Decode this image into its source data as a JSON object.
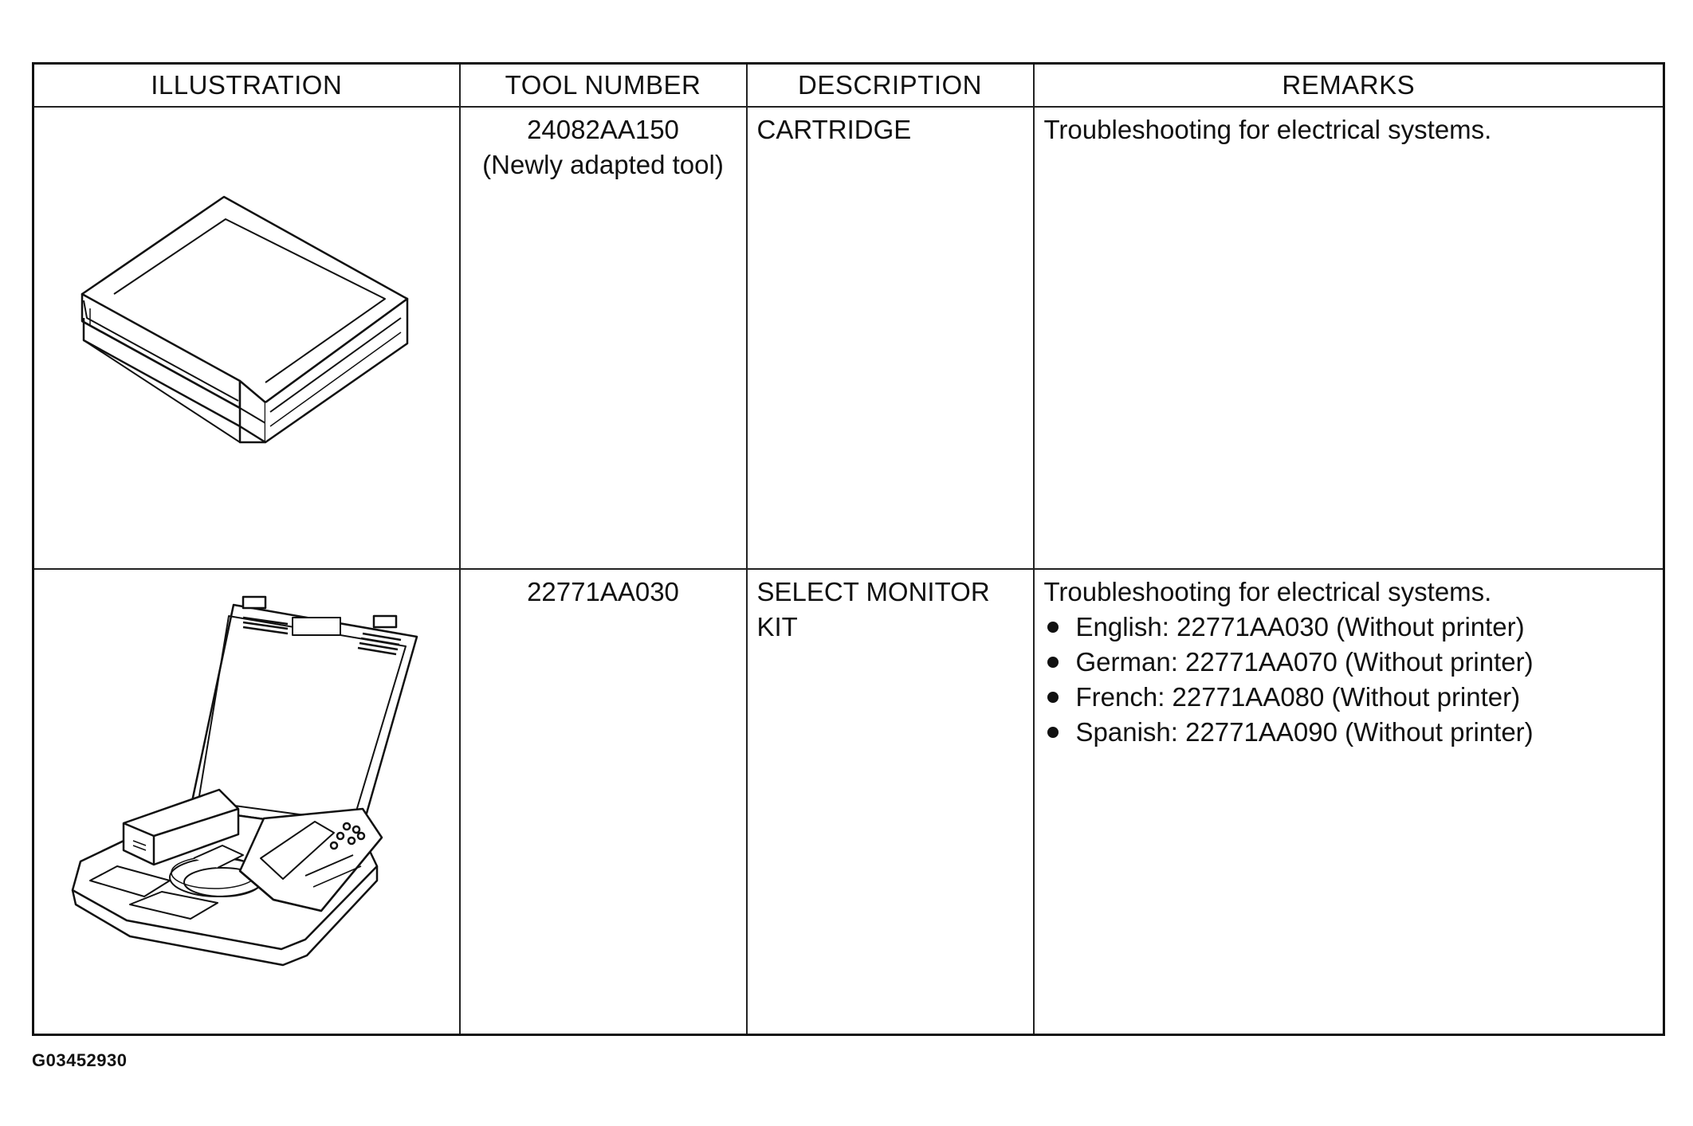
{
  "table": {
    "headers": [
      "ILLUSTRATION",
      "TOOL NUMBER",
      "DESCRIPTION",
      "REMARKS"
    ],
    "rows": [
      {
        "tool_number": "24082AA150",
        "tool_note": "(Newly adapted tool)",
        "description_lines": [
          "CARTRIDGE"
        ],
        "remarks_text": "Troubleshooting for electrical systems.",
        "remarks_bullets": []
      },
      {
        "tool_number": "22771AA030",
        "tool_note": "",
        "description_lines": [
          "SELECT MONITOR",
          "KIT"
        ],
        "remarks_text": "Troubleshooting for electrical systems.",
        "remarks_bullets": [
          "English: 22771AA030 (Without printer)",
          "German: 22771AA070 (Without printer)",
          "French: 22771AA080 (Without printer)",
          "Spanish: 22771AA090 (Without printer)"
        ]
      }
    ]
  },
  "figure_id": "G03452930",
  "icons": {
    "row1_illustration": "cartridge-drawing",
    "row2_illustration": "select-monitor-kit-case-drawing",
    "bullet": "bullet-dot-icon"
  }
}
